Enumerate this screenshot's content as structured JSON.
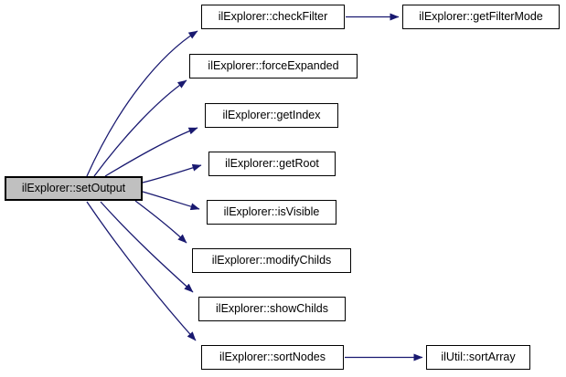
{
  "diagram": {
    "type": "call-graph",
    "background_color": "#ffffff",
    "edge_color": "#191970",
    "root_node_fill": "#c0c0c0",
    "node_fill": "#ffffff",
    "node_border_color": "#000000"
  },
  "nodes": {
    "setOutput": {
      "label": "ilExplorer::setOutput"
    },
    "checkFilter": {
      "label": "ilExplorer::checkFilter"
    },
    "getFilterMode": {
      "label": "ilExplorer::getFilterMode"
    },
    "forceExpanded": {
      "label": "ilExplorer::forceExpanded"
    },
    "getIndex": {
      "label": "ilExplorer::getIndex"
    },
    "getRoot": {
      "label": "ilExplorer::getRoot"
    },
    "isVisible": {
      "label": "ilExplorer::isVisible"
    },
    "modifyChilds": {
      "label": "ilExplorer::modifyChilds"
    },
    "showChilds": {
      "label": "ilExplorer::showChilds"
    },
    "sortNodes": {
      "label": "ilExplorer::sortNodes"
    },
    "sortArray": {
      "label": "ilUtil::sortArray"
    }
  },
  "edges": [
    {
      "from": "ilExplorer::setOutput",
      "to": "ilExplorer::checkFilter"
    },
    {
      "from": "ilExplorer::setOutput",
      "to": "ilExplorer::forceExpanded"
    },
    {
      "from": "ilExplorer::setOutput",
      "to": "ilExplorer::getIndex"
    },
    {
      "from": "ilExplorer::setOutput",
      "to": "ilExplorer::getRoot"
    },
    {
      "from": "ilExplorer::setOutput",
      "to": "ilExplorer::isVisible"
    },
    {
      "from": "ilExplorer::setOutput",
      "to": "ilExplorer::modifyChilds"
    },
    {
      "from": "ilExplorer::setOutput",
      "to": "ilExplorer::showChilds"
    },
    {
      "from": "ilExplorer::setOutput",
      "to": "ilExplorer::sortNodes"
    },
    {
      "from": "ilExplorer::checkFilter",
      "to": "ilExplorer::getFilterMode"
    },
    {
      "from": "ilExplorer::sortNodes",
      "to": "ilUtil::sortArray"
    }
  ]
}
